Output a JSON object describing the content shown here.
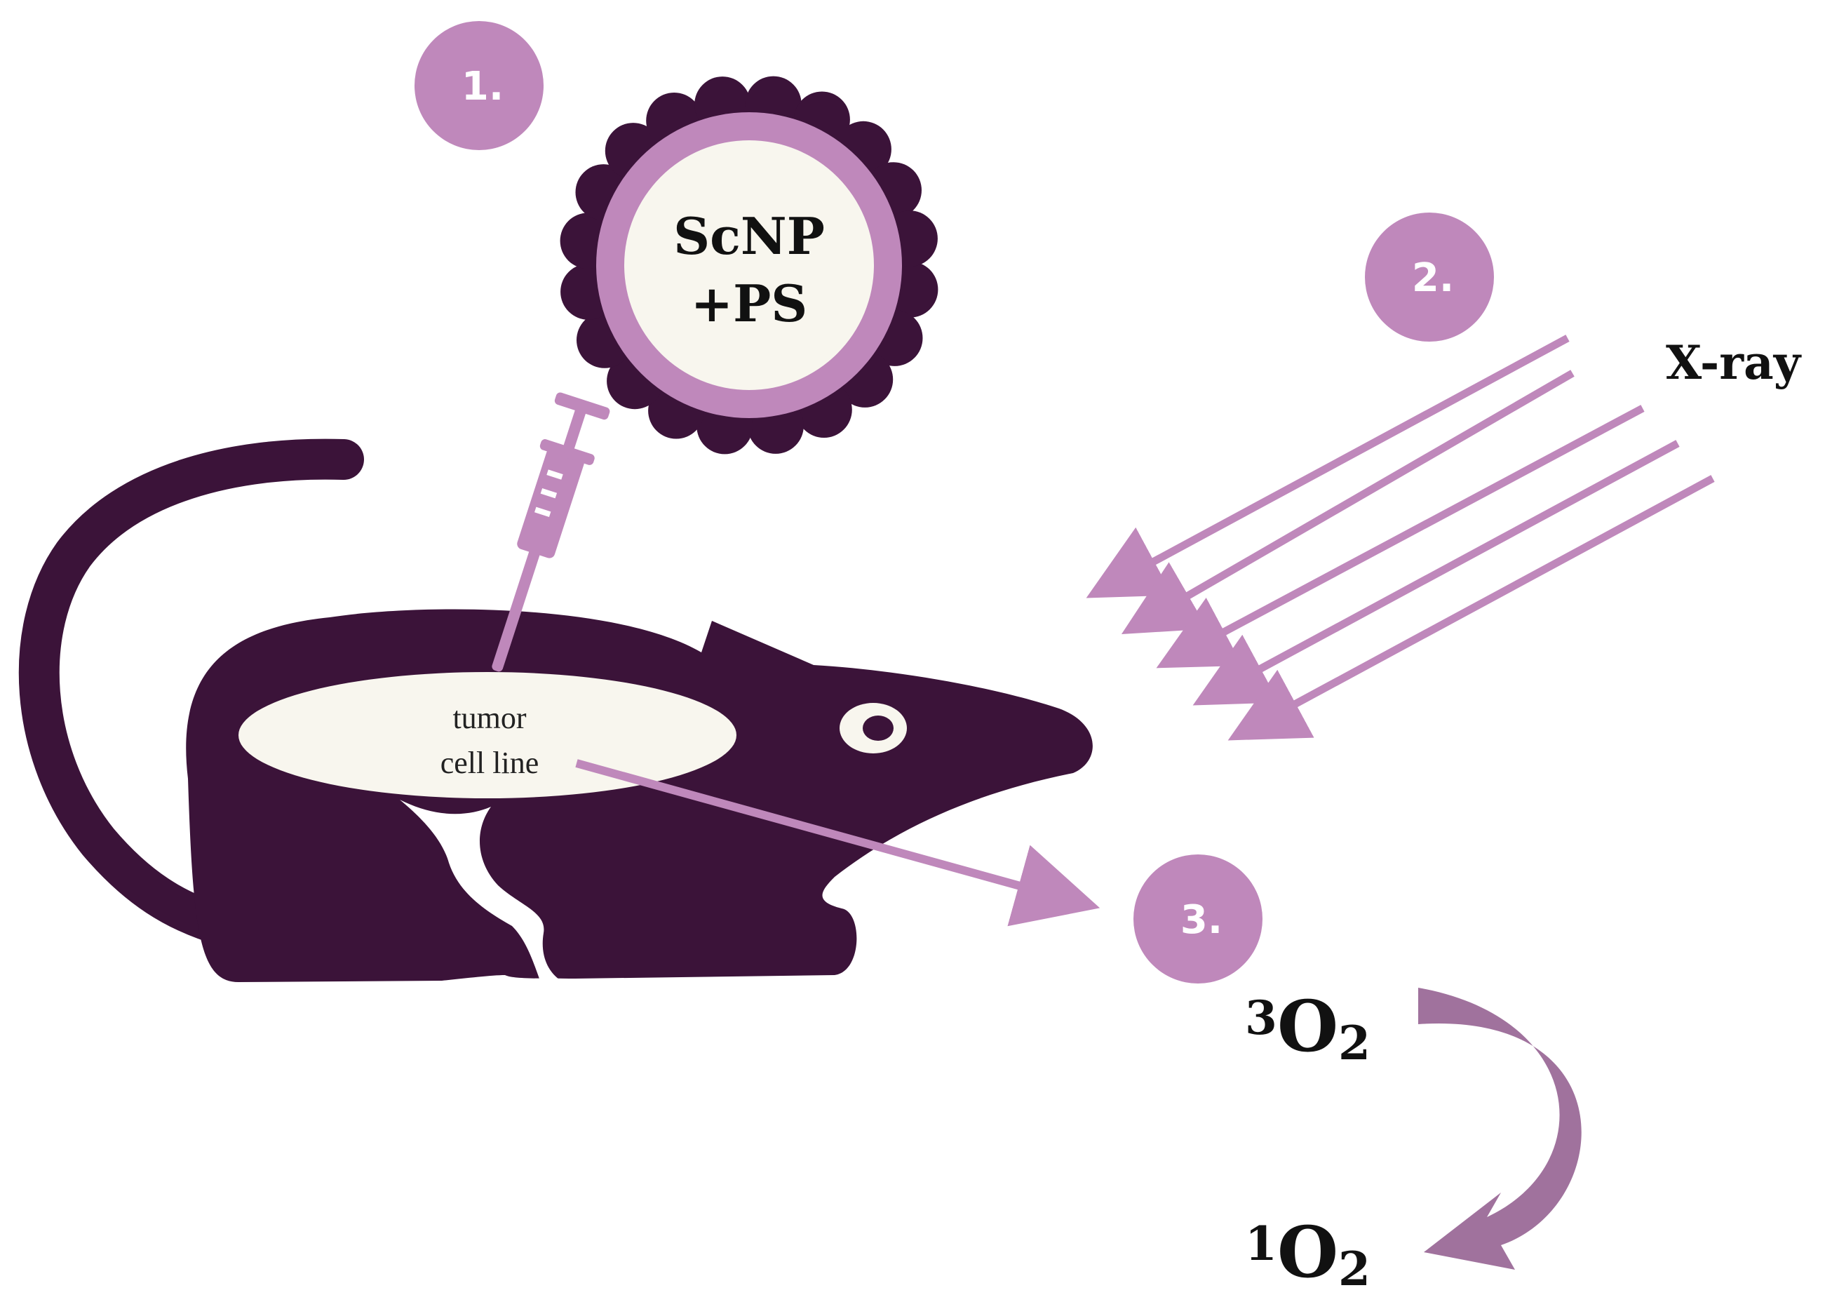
{
  "colors": {
    "dark_purple": "#3b1339",
    "light_purple": "#bf88bb",
    "mid_purple": "#9b6a98",
    "cream": "#f8f6ee"
  },
  "steps": {
    "step1": "1.",
    "step2": "2.",
    "step3": "3."
  },
  "nanoparticle": {
    "line1": "ScNP",
    "line2": "+PS"
  },
  "xray": {
    "label": "X-ray"
  },
  "tumor": {
    "line1": "tumor",
    "line2": "cell line"
  },
  "oxygen": {
    "triplet_prefix": "3",
    "triplet_main": "O",
    "triplet_sub": "2",
    "singlet_prefix": "1",
    "singlet_main": "O",
    "singlet_sub": "2"
  },
  "icons": [
    "mouse-icon",
    "syringe-icon",
    "nanoparticle-icon"
  ]
}
